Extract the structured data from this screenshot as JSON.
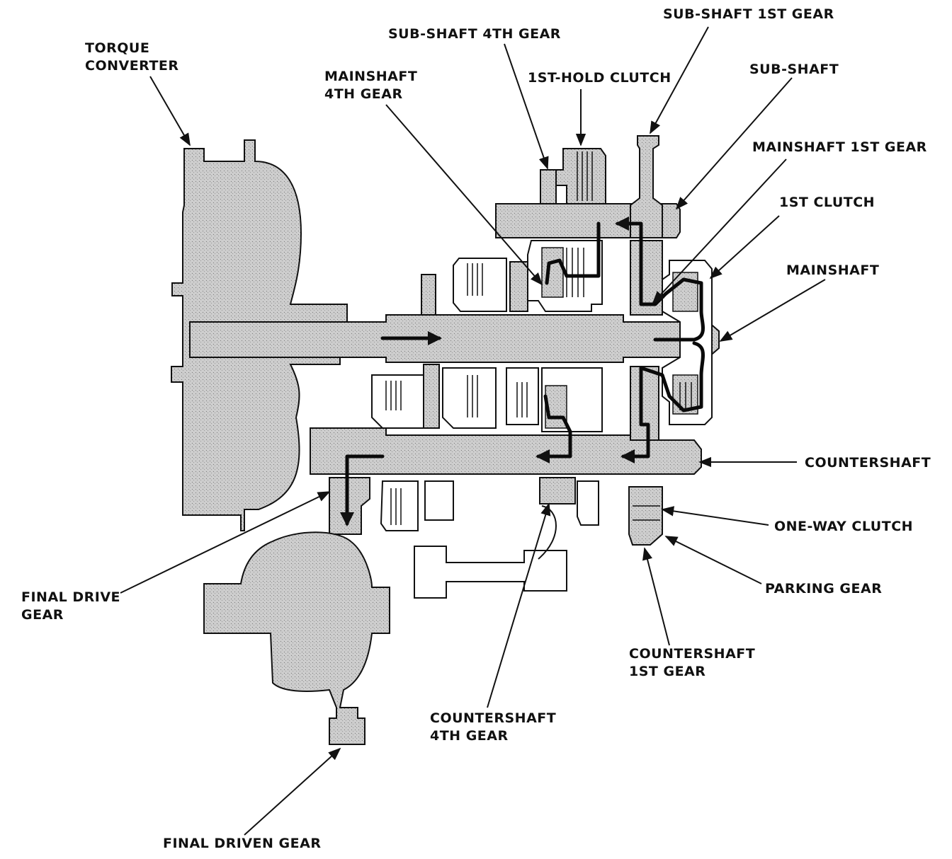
{
  "labels": {
    "torque_converter": [
      "TORQUE",
      "CONVERTER"
    ],
    "subshaft_4th_gear": "SUB-SHAFT 4TH GEAR",
    "subshaft_1st_gear": "SUB-SHAFT 1ST GEAR",
    "mainshaft_4th_gear": [
      "MAINSHAFT",
      "4TH GEAR"
    ],
    "first_hold_clutch": "1ST-HOLD CLUTCH",
    "subshaft": "SUB-SHAFT",
    "mainshaft_1st_gear": "MAINSHAFT 1ST GEAR",
    "first_clutch": "1ST CLUTCH",
    "mainshaft": "MAINSHAFT",
    "countershaft": "COUNTERSHAFT",
    "one_way_clutch": "ONE-WAY CLUTCH",
    "parking_gear": "PARKING GEAR",
    "final_drive_gear": [
      "FINAL DRIVE",
      "GEAR"
    ],
    "countershaft_1st_gear": [
      "COUNTERSHAFT",
      "1ST GEAR"
    ],
    "countershaft_4th_gear": [
      "COUNTERSHAFT",
      "4TH GEAR"
    ],
    "final_driven_gear": "FINAL DRIVEN GEAR"
  },
  "colors": {
    "ink": "#111111",
    "part_fill": "#c4c4c4",
    "power_flow": "#0a0a0a",
    "background": "#ffffff"
  }
}
